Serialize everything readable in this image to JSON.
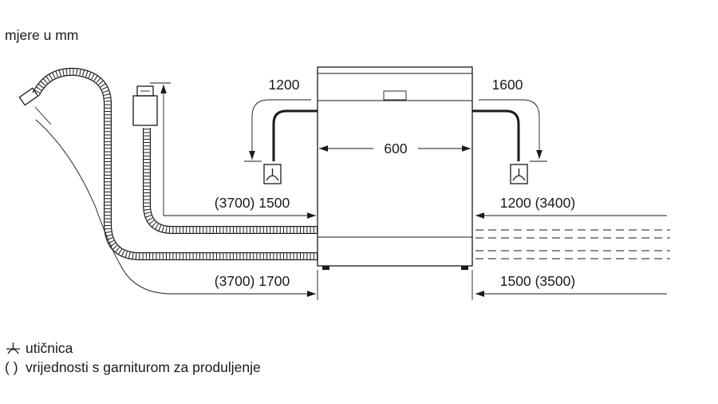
{
  "units_note": "mjere u mm",
  "dimensions": {
    "width": "600",
    "left_connection": "1200",
    "right_connection": "1600",
    "left_upper": "(3700) 1500",
    "left_lower": "(3700) 1700",
    "right_upper": "1200 (3400)",
    "right_lower": "1500 (3500)"
  },
  "legend": {
    "socket_symbol": "⏊",
    "socket_label": "utičnica",
    "brackets_symbol": "( )",
    "brackets_label": "vrijednosti s garniturom za produljenje"
  }
}
